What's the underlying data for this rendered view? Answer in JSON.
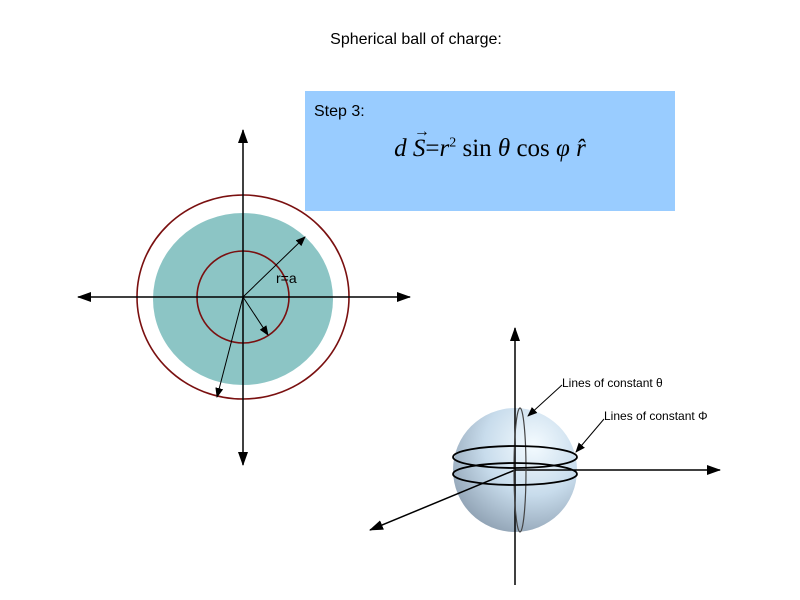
{
  "title": "Spherical ball of charge:",
  "step": {
    "label": "Step 3:",
    "formula": {
      "lhs_d": "d",
      "lhs_vec": "S",
      "equals": "=",
      "r": "r",
      "exp": "2",
      "sin": "sin",
      "theta": "θ",
      "cos": "cos",
      "phi": "φ",
      "rhat": "r̂"
    }
  },
  "left_diagram": {
    "radius_label": "r=a",
    "colors": {
      "fill": "#8cc5c5",
      "circle": "#7a1010"
    }
  },
  "right_diagram": {
    "theta_label": "Lines of constant θ",
    "phi_label": "Lines of constant Φ"
  }
}
